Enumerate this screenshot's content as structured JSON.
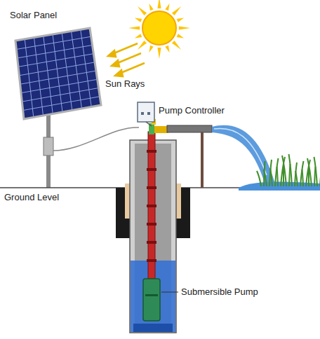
{
  "diagram": {
    "labels": [
      "Solar Panel",
      "Sun Rays",
      "Pump Controller",
      "Ground Level",
      "Submersible Pump"
    ]
  }
}
